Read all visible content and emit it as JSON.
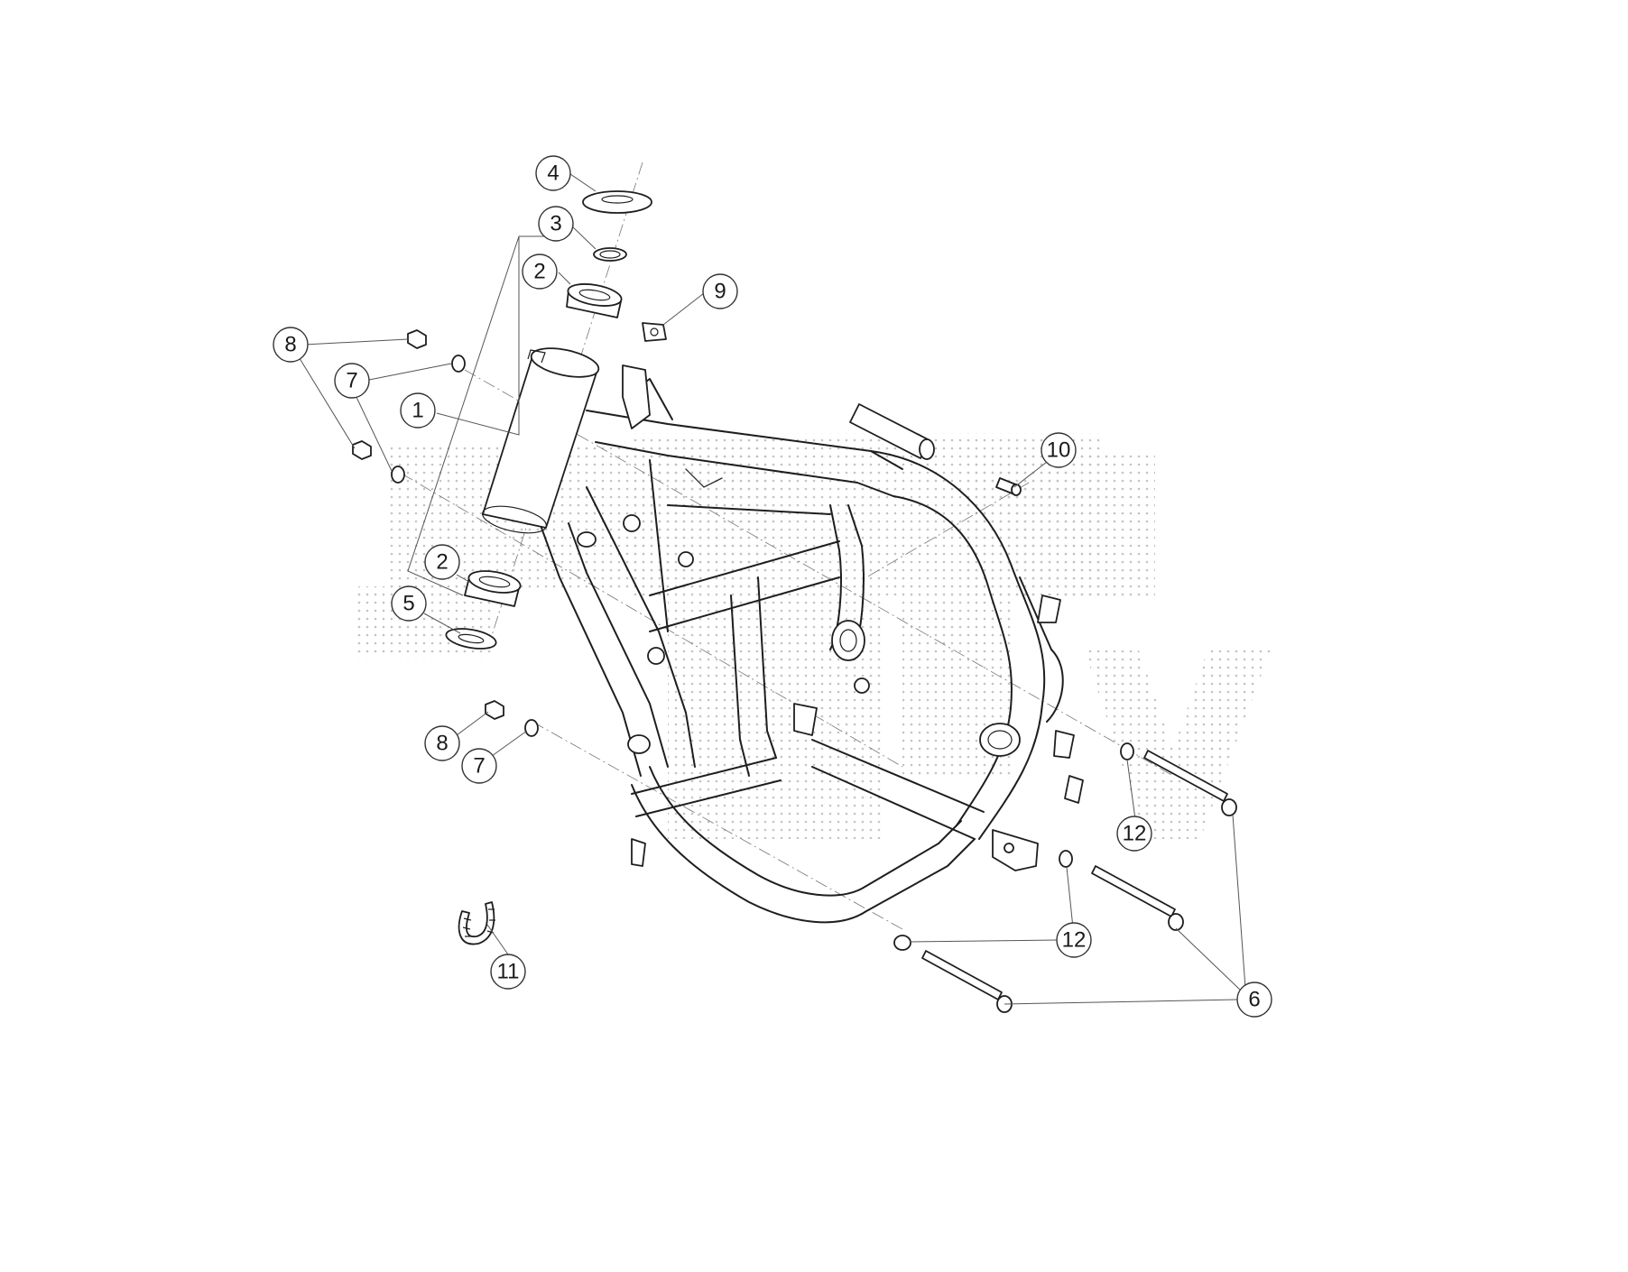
{
  "diagram": {
    "callouts": [
      {
        "id": "c4",
        "label": "4"
      },
      {
        "id": "c3",
        "label": "3"
      },
      {
        "id": "c2a",
        "label": "2"
      },
      {
        "id": "c9",
        "label": "9"
      },
      {
        "id": "c8a",
        "label": "8"
      },
      {
        "id": "c7a",
        "label": "7"
      },
      {
        "id": "c1",
        "label": "1"
      },
      {
        "id": "c10",
        "label": "10"
      },
      {
        "id": "c2b",
        "label": "2"
      },
      {
        "id": "c5",
        "label": "5"
      },
      {
        "id": "c8b",
        "label": "8"
      },
      {
        "id": "c7b",
        "label": "7"
      },
      {
        "id": "c12a",
        "label": "12"
      },
      {
        "id": "c12b",
        "label": "12"
      },
      {
        "id": "c11",
        "label": "11"
      },
      {
        "id": "c6",
        "label": "6"
      }
    ],
    "colors": {
      "line": "#1e1e1e",
      "watermark": "#bdbdbd",
      "callout_stroke": "#333333"
    }
  }
}
